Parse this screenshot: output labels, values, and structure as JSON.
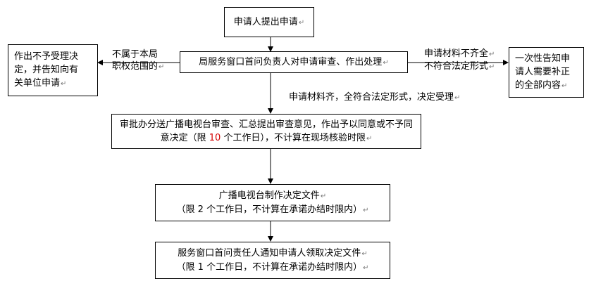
{
  "nodes": {
    "apply": {
      "text": "申请人提出申请"
    },
    "window_review": {
      "text": "局服务窗口首问负责人对申请审查、作出处理"
    },
    "reject": {
      "line1": "作出不予受理决",
      "line2": "定，并告知向有",
      "line3": "关单位申请"
    },
    "supplement": {
      "line1": "一次性告知申",
      "line2": "请人需要补正",
      "line3": "的全部内容"
    },
    "approval": {
      "line1": "审批办分送广播电视台审查、汇总提出审查意见，作出予以同意或不予同",
      "line2_pre": "意决定（限 ",
      "line2_num": "10",
      "line2_post": " 个工作日），不计算在现场核验时限"
    },
    "make_doc": {
      "line1": "广播电视台制作决定文件",
      "line2": "（限 2 个工作日，不计算在承诺办结时限内）"
    },
    "notify": {
      "line1": "服务窗口首问责任人通知申请人领取决定文件",
      "line2": "（限 1 个工作日，不计算在承诺办结时限内）"
    }
  },
  "edges": {
    "left_label": {
      "line1": "不属于本局",
      "line2": "职权范围的"
    },
    "right_label": {
      "line1": "申请材料不齐全",
      "line2": "不符合法定形式"
    },
    "down_label": "申请材料齐，全符合法定形式，决定受理"
  },
  "paragraph_mark": "↵"
}
